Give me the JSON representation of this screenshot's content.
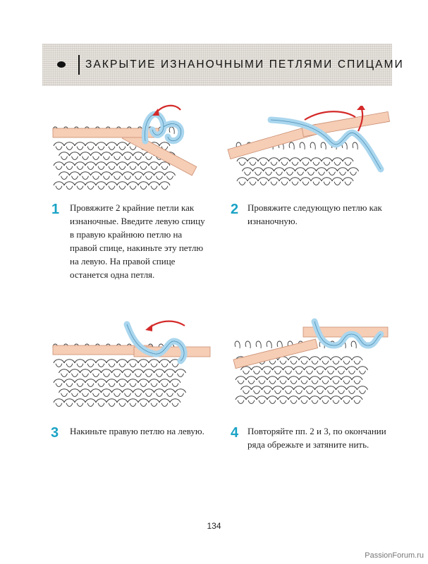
{
  "header": {
    "title": "ЗАКРЫТИЕ ИЗНАНОЧНЫМИ ПЕТЛЯМИ СПИЦАМИ",
    "bullet_icon": "black-ellipse-bullet"
  },
  "steps": [
    {
      "number": "1",
      "text": "Провяжите 2 крайние петли как изнаночные. Введите левую спицу в правую крайнюю петлю на правой спице, накиньте эту петлю на левую. На правой спице останется одна петля."
    },
    {
      "number": "2",
      "text": "Провяжите следующую петлю как изнаночную."
    },
    {
      "number": "3",
      "text": "Накиньте правую петлю на левую."
    },
    {
      "number": "4",
      "text": "Повторяйте пп. 2 и 3, по оконча­нии ряда обрежьте и затяните нить."
    }
  ],
  "page_number": "134",
  "watermark": "PassionForum.ru",
  "colors": {
    "accent": "#1aa3c5",
    "yarn": "#a9d6ee",
    "needle": "#f6cdb5",
    "arrow": "#d42a2a",
    "header_bg": "#ddd9d2"
  }
}
